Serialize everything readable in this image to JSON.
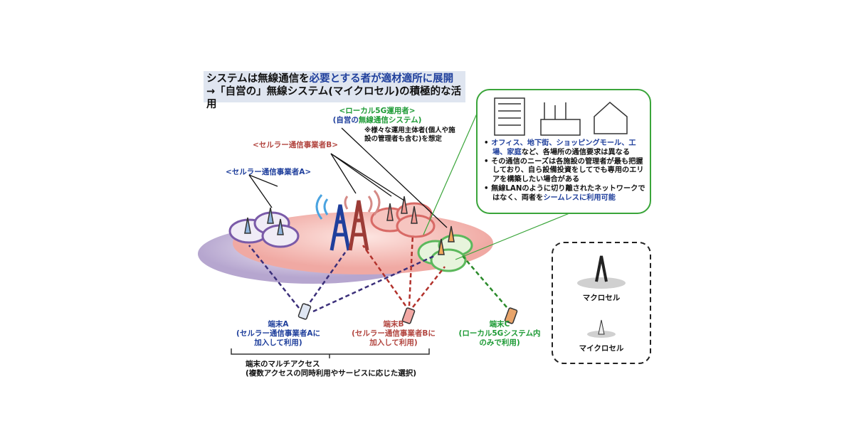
{
  "title": {
    "line1_a": "システムは無線通信を",
    "line1_b": "必要とする者が適材適所に展開",
    "line2": "→「自営の」無線システム(マイクロセル)の積極的な活用"
  },
  "labels": {
    "local5g_operator": "<ローカル5G運用者>",
    "private_system_a": "(自営の",
    "private_system_b": "無線通信システム)",
    "note_line1": "※様々な運用主体者(個人や施",
    "note_line2": "設の管理者も含む)を想定",
    "cellular_b": "<セルラー通信事業者B>",
    "cellular_a": "<セルラー通信事業者A>"
  },
  "info_box": {
    "bullet1_a": "オフィス、地下街、ショッピングモール、工場、家庭",
    "bullet1_b": "など、各場所の通信要求は異なる",
    "bullet2": "その通信のニーズは各施設の管理者が最も把握しており、自ら設備投資をしてでも専用のエリアを構築したい場合がある",
    "bullet3_a": "無線LANのように切り離されたネットワークではなく、両者を",
    "bullet3_b": "シームレスに利用可能"
  },
  "terminals": {
    "a_name": "端末A",
    "a_desc1": "(セルラー通信事業者Aに",
    "a_desc2": "加入して利用)",
    "b_name": "端末B",
    "b_desc1": "(セルラー通信事業者Bに",
    "b_desc2": "加入して利用)",
    "c_name": "端末C",
    "c_desc1": "(ローカル5Gシステム内",
    "c_desc2": "のみで利用)"
  },
  "multi_access": {
    "line1": "端末のマルチアクセス",
    "line2": "(複数アクセスの同時利用やサービスに応じた選択)"
  },
  "legend": {
    "macro": "マクロセル",
    "micro": "マイクロセル"
  },
  "colors": {
    "blue": "#1f3f9c",
    "red": "#b2453f",
    "green": "#1c9a34",
    "orange": "#e69a4a"
  }
}
